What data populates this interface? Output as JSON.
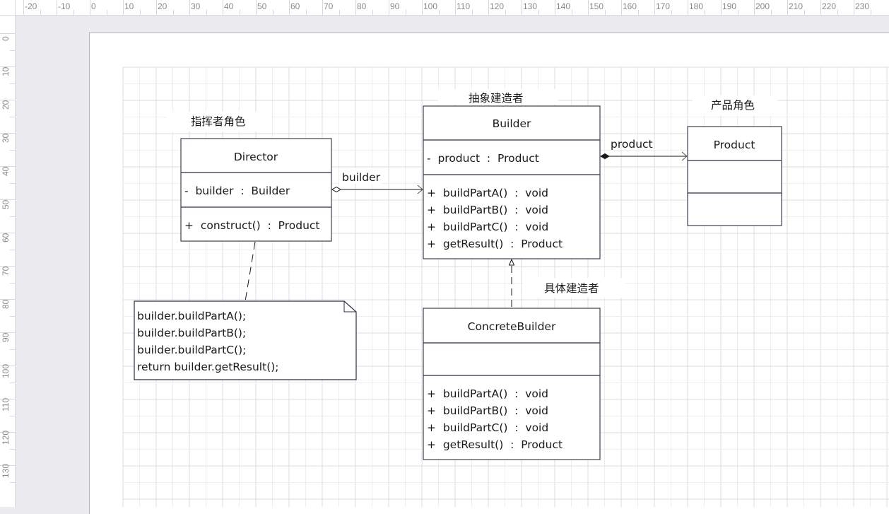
{
  "rulers": {
    "top_labels": [
      "-20",
      "-10",
      "0",
      "10",
      "20",
      "30",
      "40",
      "50",
      "60",
      "70",
      "80",
      "90",
      "100",
      "110",
      "120",
      "130",
      "140",
      "150",
      "160",
      "170",
      "180",
      "190",
      "200",
      "210",
      "220",
      "230"
    ],
    "left_labels": [
      "0",
      "10",
      "20",
      "30",
      "40",
      "50",
      "60",
      "70",
      "80",
      "90",
      "100",
      "110",
      "120",
      "130"
    ]
  },
  "diagram": {
    "labels": {
      "director_role": "指挥者角色",
      "abstract_builder_role": "抽象建造者",
      "product_role": "产品角色",
      "concrete_builder_role": "具体建造者"
    },
    "classes": {
      "director": {
        "name": "Director",
        "attributes": [
          "-  builder  :  Builder"
        ],
        "methods": [
          "+  construct()  :  Product"
        ]
      },
      "builder": {
        "name": "Builder",
        "attributes": [
          "-  product  :  Product"
        ],
        "methods": [
          "+  buildPartA()  :  void",
          "+  buildPartB()  :  void",
          "+  buildPartC()  :  void",
          "+  getResult()  :  Product"
        ]
      },
      "product": {
        "name": "Product",
        "attributes": [],
        "methods": []
      },
      "concrete_builder": {
        "name": "ConcreteBuilder",
        "attributes": [],
        "methods": [
          "+  buildPartA()  :  void",
          "+  buildPartB()  :  void",
          "+  buildPartC()  :  void",
          "+  getResult()  :  Product"
        ]
      }
    },
    "relations": {
      "director_builder": {
        "type": "aggregation",
        "label": "builder"
      },
      "builder_product": {
        "type": "composition",
        "label": "product"
      },
      "concrete_builder_builder": {
        "type": "realization",
        "label": ""
      },
      "director_note": {
        "type": "note-anchor",
        "label": ""
      }
    },
    "note": {
      "lines": [
        "builder.buildPartA();",
        "builder.buildPartB();",
        "builder.buildPartC();",
        "return builder.getResult();"
      ]
    }
  }
}
